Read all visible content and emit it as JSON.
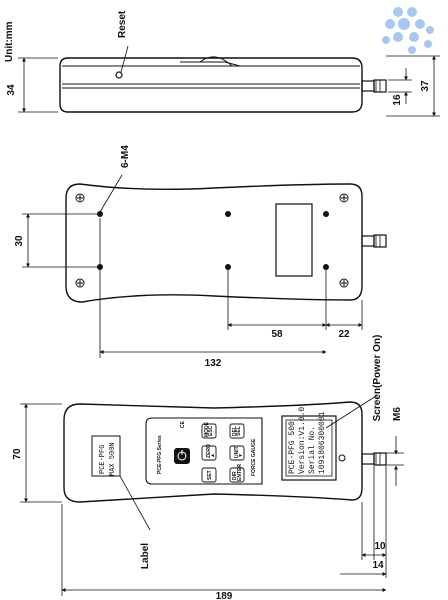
{
  "unit": "Unit:mm",
  "callouts": {
    "reset": "Reset",
    "holes": "6-M4",
    "screen": "Screen(Power On)",
    "thread": "M6",
    "label": "Label"
  },
  "dimensions": {
    "side_height": "34",
    "side_total": "37",
    "side_shaft": "16",
    "back_hole_gap": "30",
    "back_58": "58",
    "back_22": "22",
    "back_132": "132",
    "front_width": "70",
    "front_10": "10",
    "front_14": "14",
    "front_189": "189"
  },
  "device": {
    "heading": "FORCE GAUGE",
    "series": "PCE-PFG Series",
    "sticker_line1": "PCE-PFG",
    "sticker_line2": "MAX 500N",
    "screen_line1": "PCE-PFG 500",
    "screen_line2": "Version:V1.0.0",
    "screen_line3": "Serial No.",
    "screen_line4": "1091806300001",
    "keys": {
      "mode": "MODE",
      "sel": "SEL",
      "zero": "ZERO",
      "unit": "UNIT",
      "set": "SET",
      "del": "DEL",
      "dir": "DIR",
      "enter": "ENTER",
      "esc": "ESC",
      "up": "▲",
      "down": "▼",
      "power": "⏻",
      "ce": "CE"
    }
  },
  "colors": {
    "logo": "#a9c8f0",
    "line": "#111111",
    "paper": "#ffffff"
  }
}
